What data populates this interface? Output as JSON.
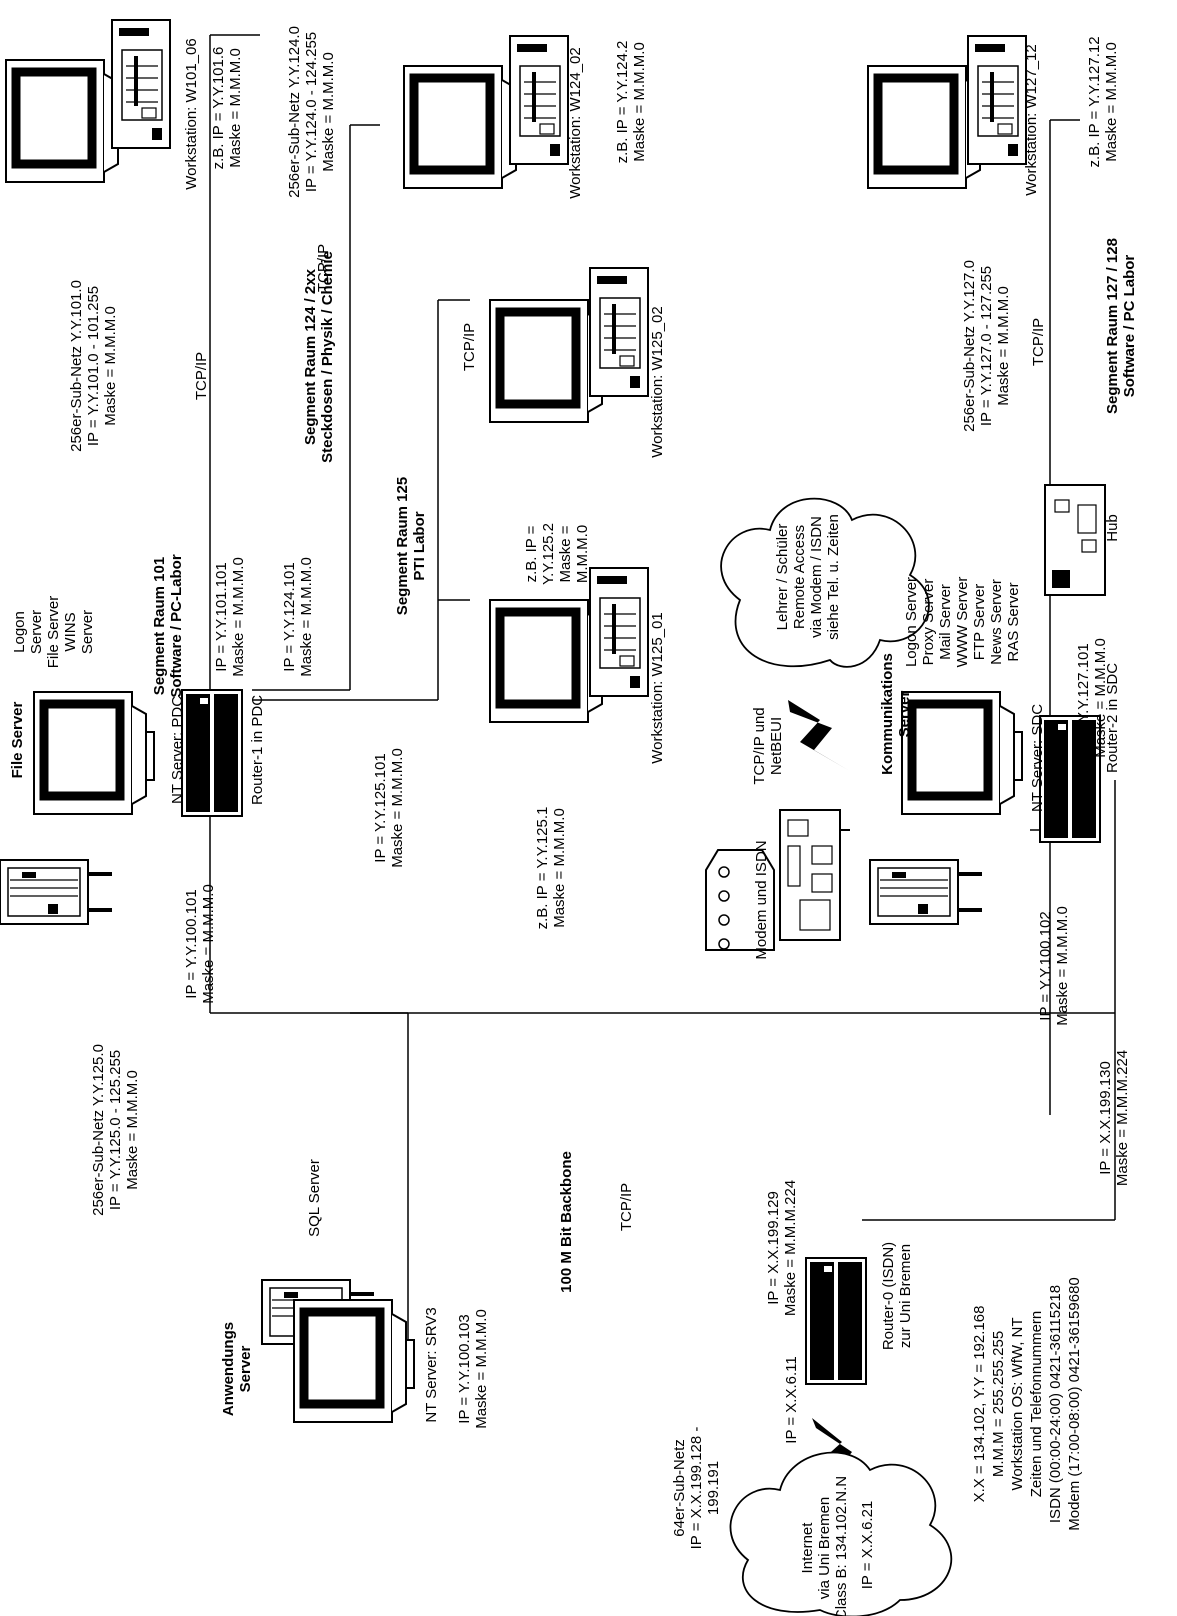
{
  "file_server": {
    "title": "File Server",
    "nt_server": "NT Server: PDC",
    "router": "Router-1 in PDC",
    "roles": [
      "Logon",
      "Server",
      "File Server",
      "WINS",
      "Server"
    ],
    "ip101": [
      "IP = Y.Y.101.101",
      "Maske = M.M.M.0"
    ],
    "ip124": [
      "IP = Y.Y.124.101",
      "Maske = M.M.M.0"
    ],
    "ip125": [
      "IP = Y.Y.125.101",
      "Maske = M.M.M.0"
    ],
    "ip100": [
      "IP =  Y.Y.100.101",
      "Maske = M.M.M.0"
    ]
  },
  "segment101": {
    "title": [
      "Segment Raum 101",
      "Software / PC-Labor"
    ],
    "subnet": [
      "256er-Sub-Netz Y.Y.101.0",
      "IP = Y.Y.101.0 - 101.255",
      "Maske = M.M.M.0"
    ],
    "protocol": "TCP/IP",
    "workstation": "Workstation: W101_06",
    "example": [
      "z.B. IP = Y.Y.101.6",
      "Maske = M.M.M.0"
    ]
  },
  "segment124": {
    "title": [
      "Segment Raum 124 / 2xx",
      "Steckdosen / Physik / Chemie"
    ],
    "subnet": [
      "256er-Sub-Netz  Y.Y.124.0",
      "IP = Y.Y.124.0 - 124.255",
      "Maske = M.M.M.0"
    ],
    "protocol": "TCP/IP",
    "workstation": "Workstation: W124_02",
    "example": [
      "z.B. IP = Y.Y.124.2",
      "Maske = M.M.M.0"
    ]
  },
  "segment125": {
    "title": [
      "Segment Raum 125",
      "PTI Labor"
    ],
    "subnet": [
      "256er-Sub-Netz Y.Y.125.0",
      "IP = Y.Y.125.0 - 125.255",
      "Maske = M.M.M.0"
    ],
    "protocol": "TCP/IP",
    "workstation1": "Workstation: W125_01",
    "workstation2": "Workstation: W125_02",
    "example1": [
      "z.B. IP = Y.Y.125.1",
      "Maske = M.M.M.0"
    ],
    "example2": [
      "z.B. IP =",
      "Y.Y.125.2",
      "Maske =",
      "M.M.M.0"
    ]
  },
  "segment127": {
    "title": [
      "Segment Raum 127 / 128",
      "Software / PC Labor"
    ],
    "subnet": [
      "256er-Sub-Netz  Y.Y.127.0",
      "IP = Y.Y.127.0 - 127.255",
      "Maske = M.M.M.0"
    ],
    "protocol": "TCP/IP",
    "workstation": "Workstation: W127_12",
    "example": [
      "z.B. IP = Y.Y.127.12",
      "Maske = M.M.M.0"
    ],
    "hub": "Hub"
  },
  "comm_server": {
    "title": [
      "Kommunikations",
      "Server"
    ],
    "nt_server": "NT Server: SDC",
    "router": "Router-2 in SDC",
    "roles": [
      "Logon Server",
      "Proxy Server",
      "Mail Server",
      "WWW Server",
      "FTP Server",
      "News Server",
      "RAS Server"
    ],
    "ip127": [
      "IP = Y.Y.127.101",
      "Maske = M.M.M.0"
    ],
    "ip100": [
      "IP =  Y.Y.100.102",
      "Maske = M.M.M.0"
    ],
    "ip199": [
      "IP = X.X.199.130",
      "Maske = M.M.M.224"
    ]
  },
  "modem": {
    "label": "Modem und ISDN",
    "protocol": [
      "TCP/IP und",
      "NetBEUI"
    ]
  },
  "remote_cloud": [
    "Lehrer / Schüler",
    "Remote Access",
    "via Modem / ISDN",
    "siehe Tel. u. Zeiten"
  ],
  "backbone": {
    "title": "100 M Bit Backbone",
    "protocol": "TCP/IP",
    "subnet125": [
      "256er-Sub-Netz Y.Y.125.0",
      "IP = Y.Y.125.0 - 125.255",
      "Maske = M.M.M.0"
    ]
  },
  "app_server": {
    "title": [
      "Anwendungs",
      "Server"
    ],
    "role": "SQL Server",
    "nt_server": "NT Server: SRV3",
    "ip": [
      "IP =  Y.Y.100.103",
      "Maske = M.M.M.0"
    ]
  },
  "router0": {
    "label": [
      "Router-0 (ISDN)",
      "zur Uni Bremen"
    ],
    "ip_199": [
      "IP = X.X.199.129",
      "Maske = M.M.M.224"
    ],
    "ip_6_11": "IP = X.X.6.11",
    "ip_6_21": "IP = X.X.6.21"
  },
  "internet_cloud": [
    "Internet",
    "via Uni Bremen",
    "Class B: 134.102.N.N"
  ],
  "subnet64": [
    "64er-Sub-Netz",
    "IP = X.X.199.128 -",
    "199.191"
  ],
  "notes": [
    "X.X = 134.102, Y.Y = 192.168",
    "M.M.M = 255.255.255",
    "Workstation OS: WfW, NT",
    "Zeiten und Telefonnummern",
    "ISDN    (00:00-24:00) 0421-36115218",
    "Modem (17:00-08:00) 0421-36159680"
  ]
}
